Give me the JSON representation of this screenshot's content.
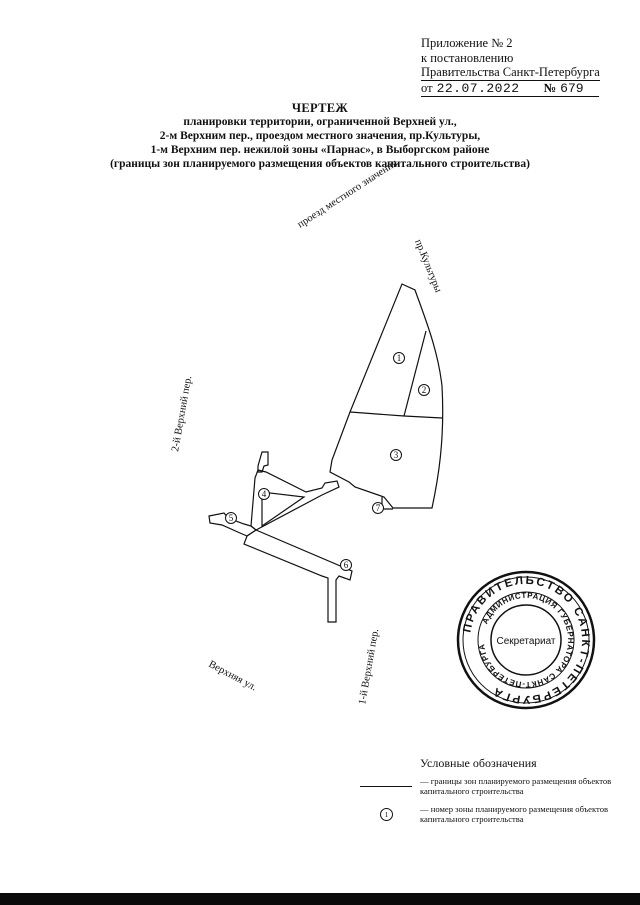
{
  "appendix": {
    "line1": "Приложение № 2",
    "line2": "к постановлению",
    "line3": "Правительства Санкт-Петербурга",
    "date_prefix": "от",
    "date": "22.07.2022",
    "number_label": "№",
    "number": "679"
  },
  "title": {
    "main": "ЧЕРТЕЖ",
    "line1": "планировки территории, ограниченной Верхней ул.,",
    "line2": "2-м Верхним пер., проездом местного значения, пр.Культуры,",
    "line3": "1-м Верхним пер. нежилой зоны «Парнас», в Выборгском районе",
    "line4": "(границы зон планируемого размещения объектов капитального строительства)"
  },
  "map": {
    "streets": {
      "proezd": "проезд местного значения",
      "kultury": "пр.Культуры",
      "verkhniy2": "2-й Верхний пер.",
      "verkhniy1": "1-й Верхний пер.",
      "verkhnyaya": "Верхняя ул."
    },
    "zones": [
      "1",
      "2",
      "3",
      "4",
      "5",
      "6",
      "7"
    ]
  },
  "stamp": {
    "outer_text": "ПРАВИТЕЛЬСТВО САНКТ-ПЕТЕРБУРГА",
    "inner_text": "АДМИНИСТРАЦИЯ ГУБЕРНАТОРА САНКТ-ПЕТЕРБУРГА",
    "center_text": "Секретариат"
  },
  "legend": {
    "title": "Условные обозначения",
    "boundary": "— границы зон планируемого размещения объектов капитального строительства",
    "zone_number": "— номер зоны планируемого размещения объектов капитального строительства",
    "zone_symbol": "1"
  }
}
